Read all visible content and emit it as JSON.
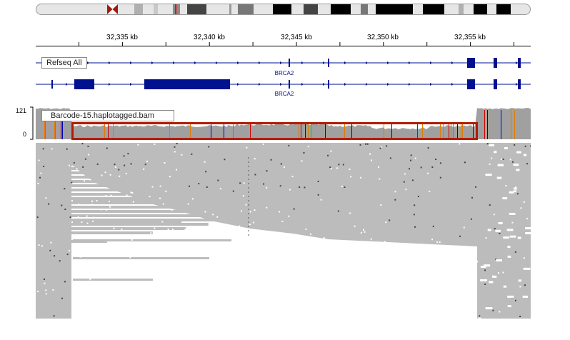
{
  "ideogram": {
    "bands": [
      [
        "#e6e6e6",
        50,
        150
      ],
      [
        "#e6e6e6",
        165,
        188
      ],
      [
        "#b0b0b0",
        188,
        200
      ],
      [
        "#e6e6e6",
        200,
        215
      ],
      [
        "#c8c8c8",
        215,
        221
      ],
      [
        "#e6e6e6",
        221,
        242
      ],
      [
        "#8c8c8c",
        242,
        252
      ],
      [
        "#e6e6e6",
        252,
        262
      ],
      [
        "#444444",
        262,
        289
      ],
      [
        "#e6e6e6",
        289,
        321
      ],
      [
        "#9a9a9a",
        321,
        324
      ],
      [
        "#e6e6e6",
        324,
        333
      ],
      [
        "#777777",
        333,
        355
      ],
      [
        "#e6e6e6",
        355,
        382
      ],
      [
        "#000000",
        382,
        408
      ],
      [
        "#e6e6e6",
        408,
        425
      ],
      [
        "#444444",
        425,
        445
      ],
      [
        "#e6e6e6",
        445,
        463
      ],
      [
        "#000000",
        463,
        491
      ],
      [
        "#e6e6e6",
        491,
        505
      ],
      [
        "#777777",
        505,
        515
      ],
      [
        "#e6e6e6",
        515,
        526
      ],
      [
        "#000000",
        526,
        578
      ],
      [
        "#e6e6e6",
        578,
        592
      ],
      [
        "#000000",
        592,
        622
      ],
      [
        "#e6e6e6",
        622,
        642
      ],
      [
        "#b0b0b0",
        642,
        649
      ],
      [
        "#e6e6e6",
        649,
        663
      ],
      [
        "#000000",
        663,
        682
      ],
      [
        "#e6e6e6",
        682,
        695
      ],
      [
        "#000000",
        695,
        715
      ],
      [
        "#e6e6e6",
        715,
        743
      ]
    ],
    "centromere_color": "#a01a10",
    "current_region_color": "#ff0000"
  },
  "ruler": {
    "labels": [
      "32,335 kb",
      "32,340 kb",
      "32,345 kb",
      "32,350 kb",
      "32,355 kb"
    ]
  },
  "tracks": {
    "refseq": {
      "label": "Refseq All",
      "color": "#00118f",
      "transcripts": [
        {
          "name": "BRCA2"
        },
        {
          "name": "BRCA2"
        }
      ]
    },
    "bam": {
      "label": "Barcode-15.haplotagged.bam",
      "scale_max": "121",
      "scale_min": "0",
      "coverage_color": "#a0a0a0",
      "read_color": "#bcbcbc",
      "highlight_color": "#b31b00"
    }
  }
}
